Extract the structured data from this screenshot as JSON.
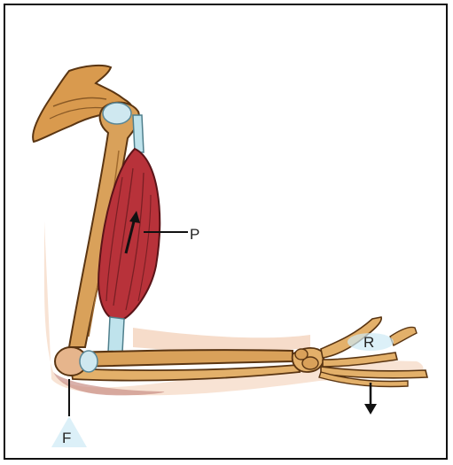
{
  "labels": {
    "effort": "P",
    "load": "R",
    "fulcrum": "F"
  },
  "colors": {
    "bone": "#d9a15a",
    "bone_dark": "#8a5a26",
    "muscle": "#b8323a",
    "muscle_dark": "#6e1a1e",
    "tendon": "#bfe3ec",
    "skin_shadow": "#f4d7c2",
    "pad": "#cdeaf5",
    "arrow": "#111111"
  },
  "icons": {
    "effort_arrow": "arrow-up-icon",
    "load_arrow": "arrow-down-icon"
  }
}
